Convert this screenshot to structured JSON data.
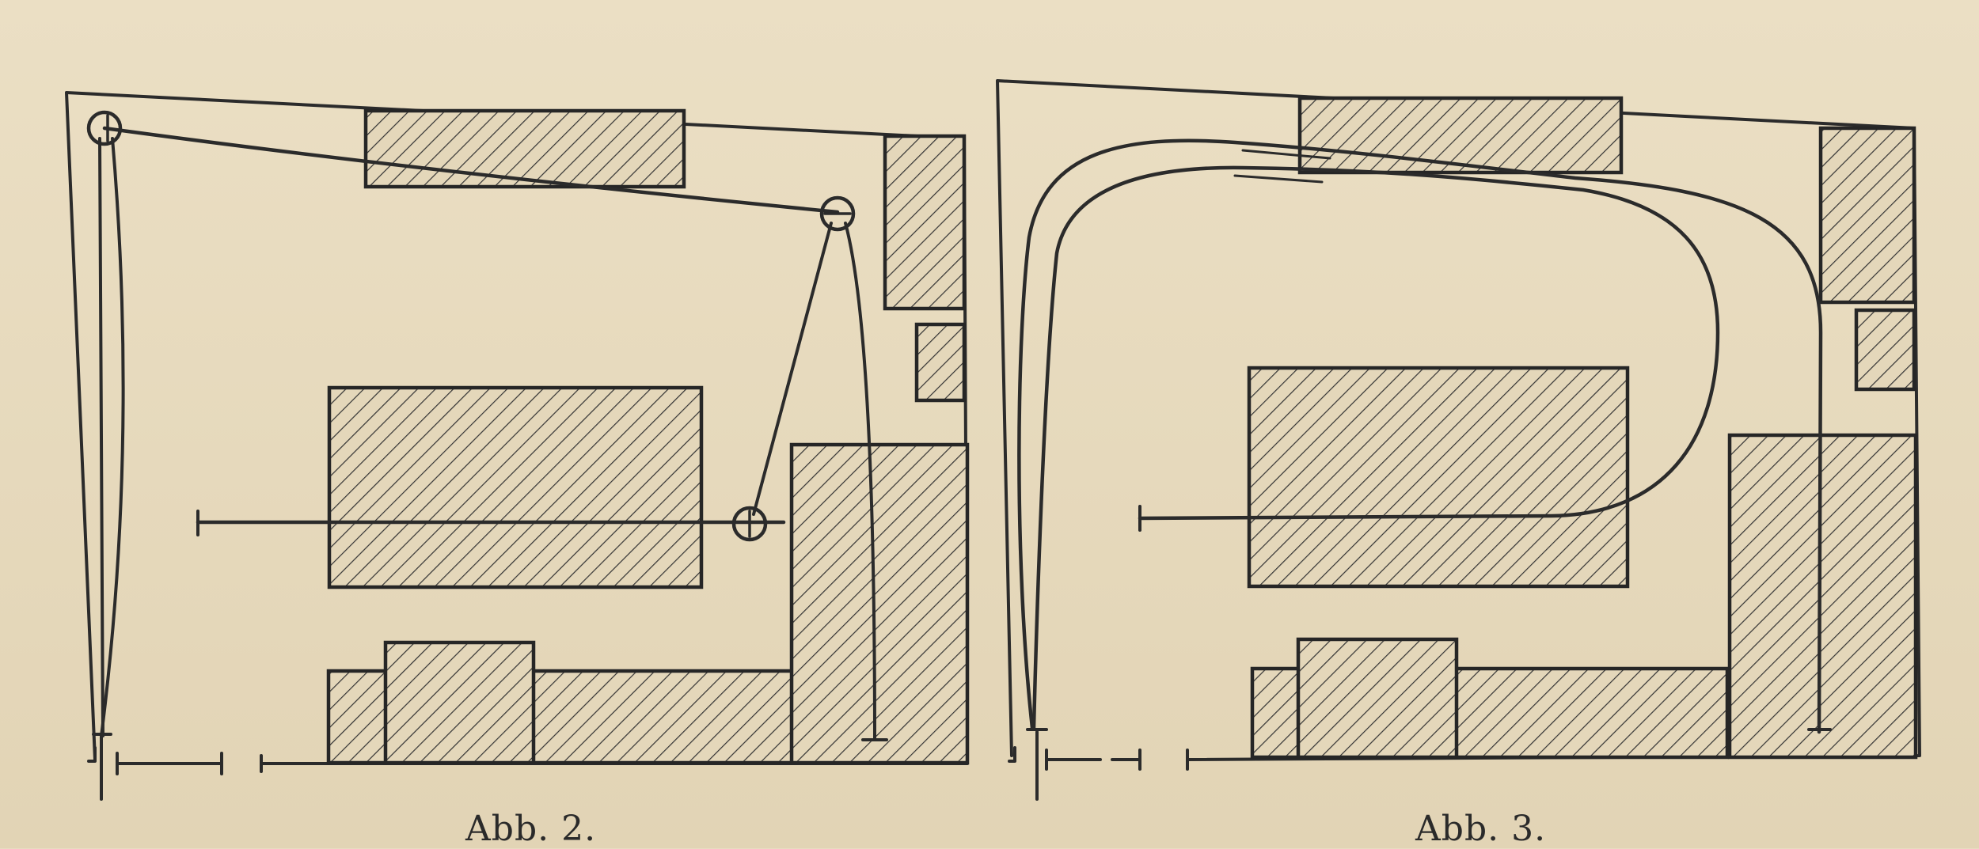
{
  "figures": [
    {
      "id": "abb2",
      "caption": "Abb. 2."
    },
    {
      "id": "abb3",
      "caption": "Abb. 3."
    }
  ]
}
